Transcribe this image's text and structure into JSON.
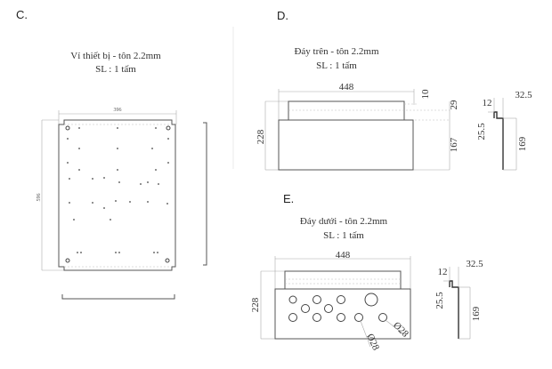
{
  "section_c": {
    "label": "C.",
    "title": "Vỉ thiết bị - tôn 2.2mm",
    "quantity": "SL : 1 tấm",
    "dim_width": "396",
    "dim_height": "596"
  },
  "section_d": {
    "label": "D.",
    "title": "Đáy trên - tôn 2.2mm",
    "quantity": "SL : 1 tấm",
    "dim_width": "448",
    "dim_height": "228",
    "dim_flange_offset": "10",
    "dim_flange_height": "29",
    "dim_body_height": "167",
    "profile": {
      "dim_top": "32.5",
      "dim_lip": "12",
      "dim_step": "25.5",
      "dim_height": "169"
    }
  },
  "section_e": {
    "label": "E.",
    "title": "Đáy dưới - tôn 2.2mm",
    "quantity": "SL : 1 tấm",
    "dim_width": "448",
    "dim_height": "228",
    "hole_dia_1": "Ø28",
    "hole_dia_2": "Ø28",
    "profile": {
      "dim_top": "32.5",
      "dim_lip": "12",
      "dim_step": "25.5",
      "dim_height": "169"
    }
  }
}
